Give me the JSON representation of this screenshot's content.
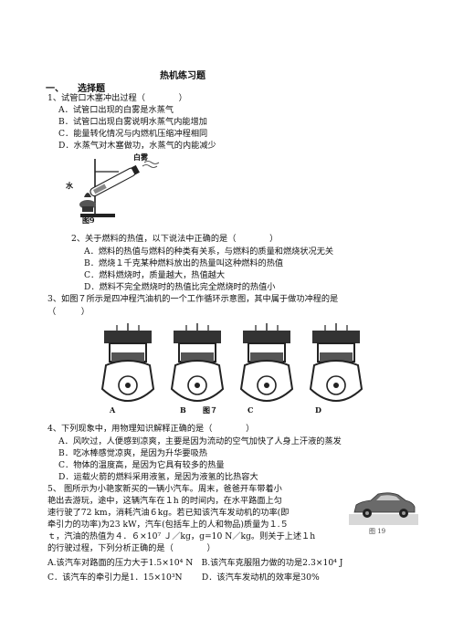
{
  "doc": {
    "title": "热机练习题",
    "section": "一、　　选择题",
    "q1": {
      "stem": "1、试管口木塞冲出过程（　　　　）",
      "options": [
        "A．试管口出现的白雾是水蒸气",
        "B．试管口出现白雾说明水蒸气内能增加",
        "C．能量转化情况与内燃机压缩冲程相同",
        "D．水蒸气对木塞做功，水蒸气的内能减少"
      ],
      "figure": {
        "label_fog": "白雾",
        "label_water": "水",
        "caption": "图9"
      }
    },
    "q2": {
      "stem": "2、关于燃料的热值，以下说法中正确的是（　　　　）",
      "options": [
        "A．燃料的热值与燃料的种类有关系，与燃料的质量和燃烧状况无关",
        "B．燃烧１千克某种燃料放出的热量叫这种燃料的热值",
        "C．燃料燃烧时，质量越大，热值越大",
        "D．燃料不完全燃烧时的热值比完全燃烧时的热值小"
      ]
    },
    "q3": {
      "stem_line1": "3、如图７所示是四冲程汽油机的一个工作循环示意图，其中属于做功冲程的是",
      "stem_line2": "（　　　）",
      "figure": {
        "labels": [
          "A",
          "B",
          "C",
          "D"
        ],
        "caption": "图７"
      }
    },
    "q4": {
      "stem": "4、下列现象中，用物理知识解释正确的是（　　　　）",
      "options": [
        "A．风吹过，人便感到凉爽，主要是因为流动的空气加快了人身上汗液的蒸发",
        "B．吃冰棒感觉凉爽，是因为升华要吸热",
        "C．物体的温度高，是因为它具有较多的热量",
        "D．运载火箭的燃料采用液氢，是因为液氢的比热容大"
      ]
    },
    "q5": {
      "lines": [
        "5、 图所示为小艳家新买的一辆小汽车。周末，爸爸开车带着小",
        "艳出去游玩，途中，这辆汽车在１h 的时间内，在水平路面上匀",
        "速行驶了72 km，消耗汽油６kg。若已知该汽车发动机的功率(即",
        "牵引力的功率)为23 kW，汽车(包括车上的人和物品)质量为１.５",
        "ｔ，汽油的热值为４．６×10⁷ Ｊ／kg，g=10 N／kg。则关于上述１h",
        "的行驶过程，下列分析正确的是（　　　　）"
      ],
      "options_row1": "A.该汽车对路面的压力大于1.5×10⁴ N　B.该汽车克服阻力做的功是2.3×10⁴ J",
      "options_row2": "C．该汽车的牵引力是1．15×10³N　　 D．该汽车发动机的效率是30%",
      "figure": {
        "caption": "图 19"
      }
    }
  }
}
